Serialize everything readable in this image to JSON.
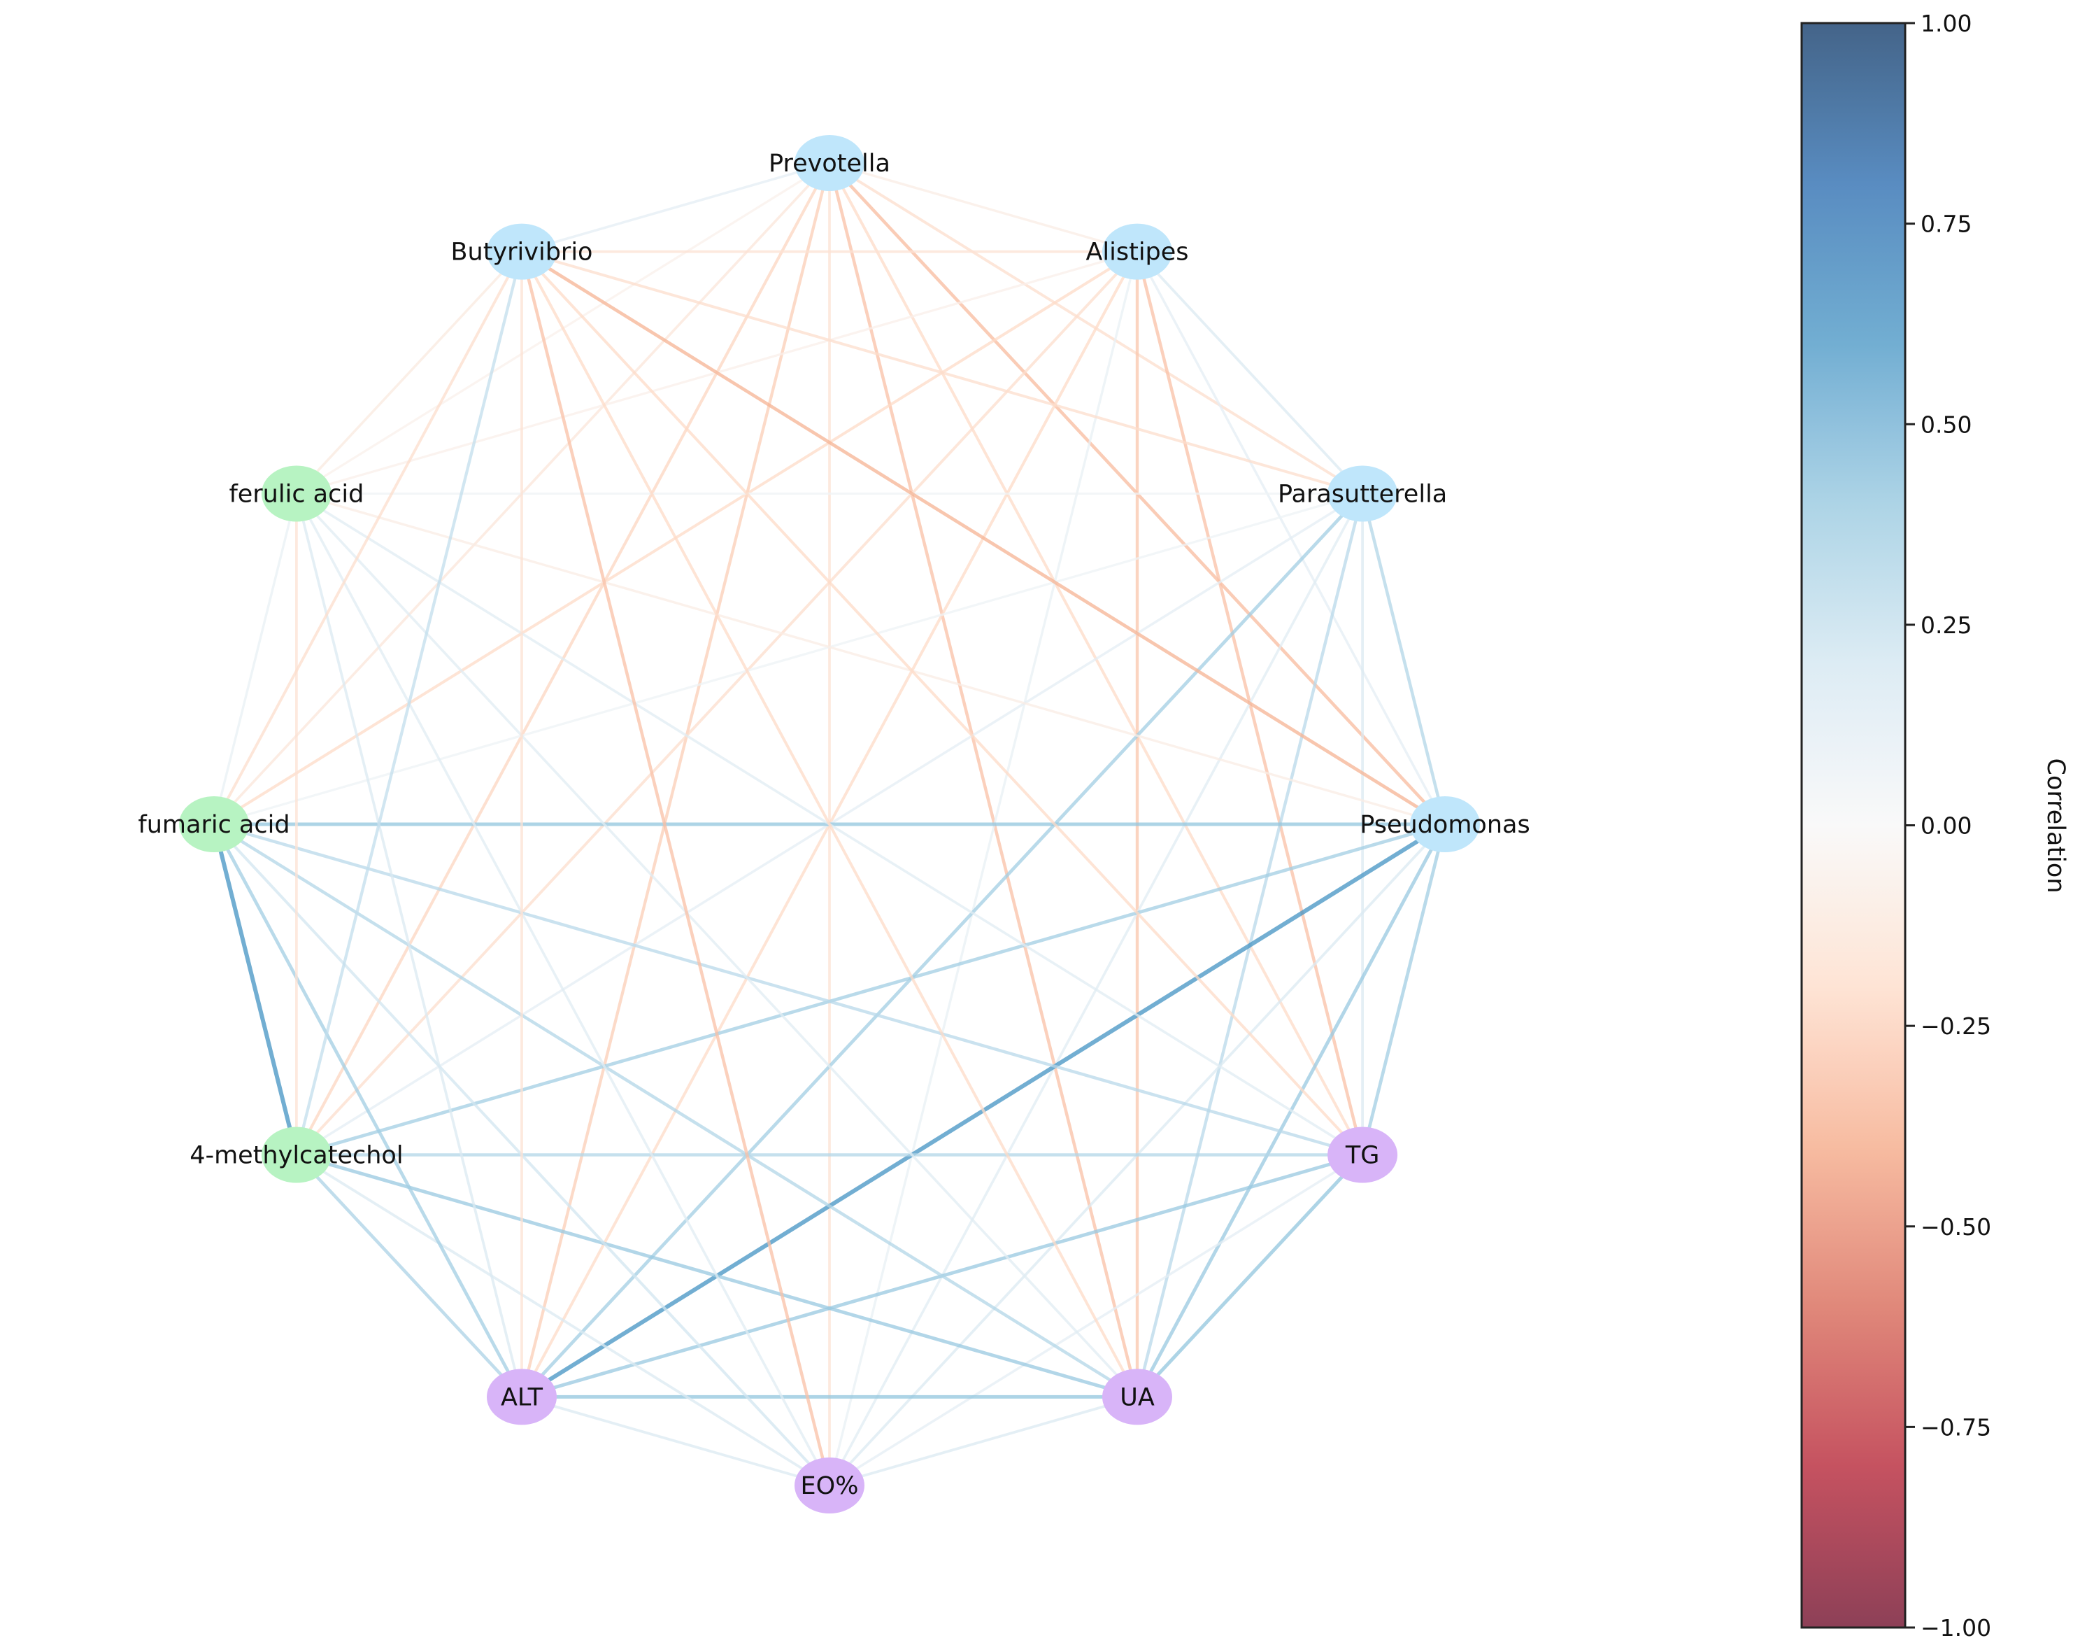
{
  "diagram": {
    "type": "correlation-network",
    "group_colors": {
      "microbe": "#bfe6fb",
      "metabolite": "#b7f3c2",
      "clinical": "#d8b4f8"
    },
    "nodes": [
      {
        "id": "Prevotella",
        "label": "Prevotella",
        "group": "microbe"
      },
      {
        "id": "Alistipes",
        "label": "Alistipes",
        "group": "microbe"
      },
      {
        "id": "Parasutterella",
        "label": "Parasutterella",
        "group": "microbe"
      },
      {
        "id": "Pseudomonas",
        "label": "Pseudomonas",
        "group": "microbe"
      },
      {
        "id": "TG",
        "label": "TG",
        "group": "clinical"
      },
      {
        "id": "UA",
        "label": "UA",
        "group": "clinical"
      },
      {
        "id": "EO%",
        "label": "EO%",
        "group": "clinical"
      },
      {
        "id": "ALT",
        "label": "ALT",
        "group": "clinical"
      },
      {
        "id": "4-methylcatechol",
        "label": "4-methylcatechol",
        "group": "metabolite"
      },
      {
        "id": "fumaric acid",
        "label": "fumaric acid",
        "group": "metabolite"
      },
      {
        "id": "ferulic acid",
        "label": "ferulic acid",
        "group": "metabolite"
      },
      {
        "id": "Butyrivibrio",
        "label": "Butyrivibrio",
        "group": "microbe"
      }
    ],
    "edges": [
      {
        "source": "Prevotella",
        "target": "Alistipes",
        "r": -0.08
      },
      {
        "source": "Prevotella",
        "target": "Parasutterella",
        "r": -0.18
      },
      {
        "source": "Prevotella",
        "target": "Pseudomonas",
        "r": -0.32
      },
      {
        "source": "Prevotella",
        "target": "TG",
        "r": -0.2
      },
      {
        "source": "Prevotella",
        "target": "UA",
        "r": -0.3
      },
      {
        "source": "Prevotella",
        "target": "EO%",
        "r": -0.15
      },
      {
        "source": "Prevotella",
        "target": "ALT",
        "r": -0.25
      },
      {
        "source": "Prevotella",
        "target": "4-methylcatechol",
        "r": -0.22
      },
      {
        "source": "Prevotella",
        "target": "fumaric acid",
        "r": -0.12
      },
      {
        "source": "Prevotella",
        "target": "ferulic acid",
        "r": -0.05
      },
      {
        "source": "Prevotella",
        "target": "Butyrivibrio",
        "r": 0.1
      },
      {
        "source": "Alistipes",
        "target": "Parasutterella",
        "r": 0.15
      },
      {
        "source": "Alistipes",
        "target": "Pseudomonas",
        "r": 0.1
      },
      {
        "source": "Alistipes",
        "target": "TG",
        "r": -0.3
      },
      {
        "source": "Alistipes",
        "target": "UA",
        "r": -0.28
      },
      {
        "source": "Alistipes",
        "target": "EO%",
        "r": 0.08
      },
      {
        "source": "Alistipes",
        "target": "ALT",
        "r": -0.2
      },
      {
        "source": "Alistipes",
        "target": "4-methylcatechol",
        "r": -0.18
      },
      {
        "source": "Alistipes",
        "target": "fumaric acid",
        "r": -0.2
      },
      {
        "source": "Alistipes",
        "target": "ferulic acid",
        "r": -0.06
      },
      {
        "source": "Alistipes",
        "target": "Butyrivibrio",
        "r": -0.15
      },
      {
        "source": "Parasutterella",
        "target": "Pseudomonas",
        "r": 0.3
      },
      {
        "source": "Parasutterella",
        "target": "TG",
        "r": 0.15
      },
      {
        "source": "Parasutterella",
        "target": "UA",
        "r": 0.28
      },
      {
        "source": "Parasutterella",
        "target": "EO%",
        "r": 0.12
      },
      {
        "source": "Parasutterella",
        "target": "ALT",
        "r": 0.35
      },
      {
        "source": "Parasutterella",
        "target": "4-methylcatechol",
        "r": 0.1
      },
      {
        "source": "Parasutterella",
        "target": "fumaric acid",
        "r": 0.05
      },
      {
        "source": "Parasutterella",
        "target": "ferulic acid",
        "r": 0.04
      },
      {
        "source": "Parasutterella",
        "target": "Butyrivibrio",
        "r": -0.18
      },
      {
        "source": "Pseudomonas",
        "target": "TG",
        "r": 0.35
      },
      {
        "source": "Pseudomonas",
        "target": "UA",
        "r": 0.38
      },
      {
        "source": "Pseudomonas",
        "target": "EO%",
        "r": 0.15
      },
      {
        "source": "Pseudomonas",
        "target": "ALT",
        "r": 0.6
      },
      {
        "source": "Pseudomonas",
        "target": "4-methylcatechol",
        "r": 0.35
      },
      {
        "source": "Pseudomonas",
        "target": "fumaric acid",
        "r": 0.4
      },
      {
        "source": "Pseudomonas",
        "target": "ferulic acid",
        "r": -0.08
      },
      {
        "source": "Pseudomonas",
        "target": "Butyrivibrio",
        "r": -0.35
      },
      {
        "source": "TG",
        "target": "UA",
        "r": 0.4
      },
      {
        "source": "TG",
        "target": "EO%",
        "r": 0.1
      },
      {
        "source": "TG",
        "target": "ALT",
        "r": 0.38
      },
      {
        "source": "TG",
        "target": "4-methylcatechol",
        "r": 0.3
      },
      {
        "source": "TG",
        "target": "fumaric acid",
        "r": 0.28
      },
      {
        "source": "TG",
        "target": "ferulic acid",
        "r": 0.12
      },
      {
        "source": "TG",
        "target": "Butyrivibrio",
        "r": -0.2
      },
      {
        "source": "UA",
        "target": "EO%",
        "r": 0.15
      },
      {
        "source": "UA",
        "target": "ALT",
        "r": 0.4
      },
      {
        "source": "UA",
        "target": "4-methylcatechol",
        "r": 0.38
      },
      {
        "source": "UA",
        "target": "fumaric acid",
        "r": 0.3
      },
      {
        "source": "UA",
        "target": "ferulic acid",
        "r": 0.12
      },
      {
        "source": "UA",
        "target": "Butyrivibrio",
        "r": -0.2
      },
      {
        "source": "EO%",
        "target": "ALT",
        "r": 0.15
      },
      {
        "source": "EO%",
        "target": "4-methylcatechol",
        "r": 0.15
      },
      {
        "source": "EO%",
        "target": "fumaric acid",
        "r": 0.2
      },
      {
        "source": "EO%",
        "target": "ferulic acid",
        "r": 0.12
      },
      {
        "source": "EO%",
        "target": "Butyrivibrio",
        "r": -0.3
      },
      {
        "source": "ALT",
        "target": "4-methylcatechol",
        "r": 0.32
      },
      {
        "source": "ALT",
        "target": "fumaric acid",
        "r": 0.35
      },
      {
        "source": "ALT",
        "target": "ferulic acid",
        "r": 0.15
      },
      {
        "source": "ALT",
        "target": "Butyrivibrio",
        "r": -0.15
      },
      {
        "source": "4-methylcatechol",
        "target": "fumaric acid",
        "r": 0.6
      },
      {
        "source": "4-methylcatechol",
        "target": "ferulic acid",
        "r": -0.15
      },
      {
        "source": "4-methylcatechol",
        "target": "Butyrivibrio",
        "r": 0.25
      },
      {
        "source": "fumaric acid",
        "target": "ferulic acid",
        "r": 0.08
      },
      {
        "source": "fumaric acid",
        "target": "Butyrivibrio",
        "r": -0.18
      },
      {
        "source": "ferulic acid",
        "target": "Butyrivibrio",
        "r": -0.1
      }
    ]
  },
  "colorbar": {
    "label": "Correlation",
    "range": [
      -1,
      1
    ],
    "colormap": "RdBu",
    "alpha": 0.75,
    "ticks": [
      {
        "value": 1.0,
        "label": "1.00"
      },
      {
        "value": 0.75,
        "label": "0.75"
      },
      {
        "value": 0.5,
        "label": "0.50"
      },
      {
        "value": 0.25,
        "label": "0.25"
      },
      {
        "value": 0.0,
        "label": "0.00"
      },
      {
        "value": -0.25,
        "label": "−0.25"
      },
      {
        "value": -0.5,
        "label": "−0.50"
      },
      {
        "value": -0.75,
        "label": "−0.75"
      },
      {
        "value": -1.0,
        "label": "−1.00"
      }
    ]
  }
}
